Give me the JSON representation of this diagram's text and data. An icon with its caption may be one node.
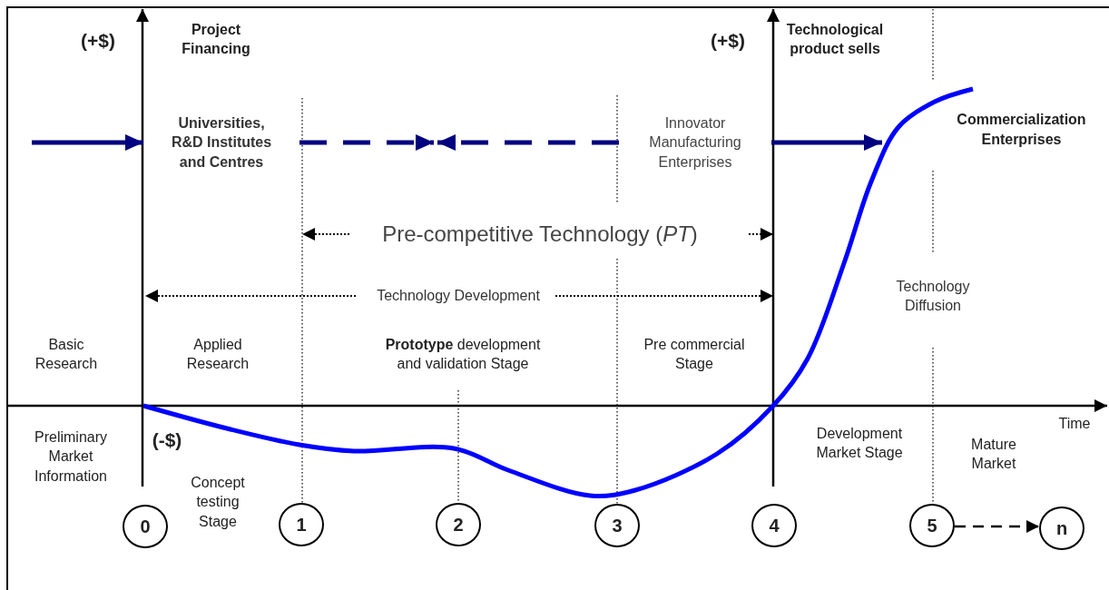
{
  "diagram": {
    "nodes": [
      {
        "text": [
          "Universities, R&D Institutes and Centres"
        ]
      },
      {
        "text": [
          "Innovator Manufacturing Enterprises"
        ]
      },
      {
        "text": [
          "Commercialization Enterprises"
        ]
      },
      {
        "text": [
          "0"
        ]
      },
      {
        "text": [
          "1"
        ]
      },
      {
        "text": [
          "2"
        ]
      },
      {
        "text": [
          "3"
        ]
      },
      {
        "text": [
          "4"
        ]
      },
      {
        "text": [
          "5"
        ]
      },
      {
        "text": [
          "n"
        ]
      }
    ],
    "edges": [
      {
        "from": null,
        "to": 0,
        "arrow": "to"
      },
      {
        "from": 0,
        "to": null,
        "arrow": "to",
        "style": "dashed"
      },
      {
        "from": 1,
        "to": null,
        "arrow": "to",
        "style": "dashed"
      },
      {
        "from": 1,
        "to": 2,
        "arrow": "to"
      },
      {
        "from": 8,
        "to": 9,
        "arrow": "to",
        "style": "dashed",
        "color": "#000000"
      }
    ],
    "labels": [
      "(+$)",
      "Project Financing",
      "(+$)",
      "Technological product sells",
      "Pre-competitive Technology (*PT*)",
      "Technology Development",
      "Technology Diffusion",
      "Basic Research",
      "Applied Research",
      "**Prototype** development and validation Stage",
      "Pre commercial Stage",
      "Time",
      "Preliminary Market Information",
      "(-$)",
      "Development Market Stage",
      "Mature Market",
      "Concept testing Stage"
    ]
  }
}
